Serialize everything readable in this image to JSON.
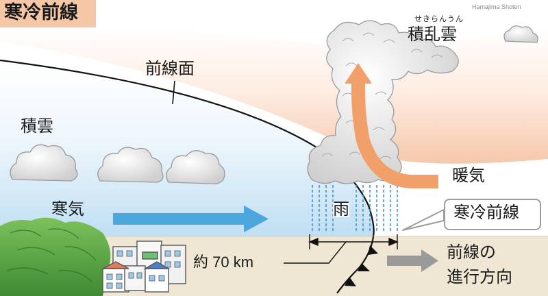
{
  "title": "寒冷前線",
  "credit": "Hamajima Shoten",
  "labels": {
    "front_surface": "前線面",
    "cumulus": "積雲",
    "cumulonimbus_ruby": "せきらんうん",
    "cumulonimbus": "積乱雲",
    "warm_air": "暖気",
    "cold_air": "寒気",
    "rain": "雨",
    "cold_front": "寒冷前線",
    "distance": "約 70 km",
    "front_direction_line1": "前線の",
    "front_direction_line2": "進行方向"
  },
  "colors": {
    "title_badge": "#f6c7a6",
    "warm_arrow": "#f2a06a",
    "cold_arrow": "#4aa6dc",
    "rain": "#3d93d6",
    "front_line": "#111111",
    "ground": "#efe7d4",
    "direction_arrow": "#9a9a9a"
  },
  "icons": [
    "cloud-icon",
    "building-icon",
    "cold-front-triangle-icon",
    "arrow-icon"
  ]
}
